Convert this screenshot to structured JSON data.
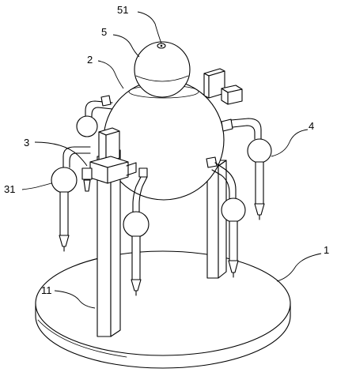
{
  "labels": {
    "l51": "51",
    "l5": "5",
    "l2": "2",
    "l3": "3",
    "l4": "4",
    "l31": "31",
    "l1": "1",
    "l11": "11"
  }
}
